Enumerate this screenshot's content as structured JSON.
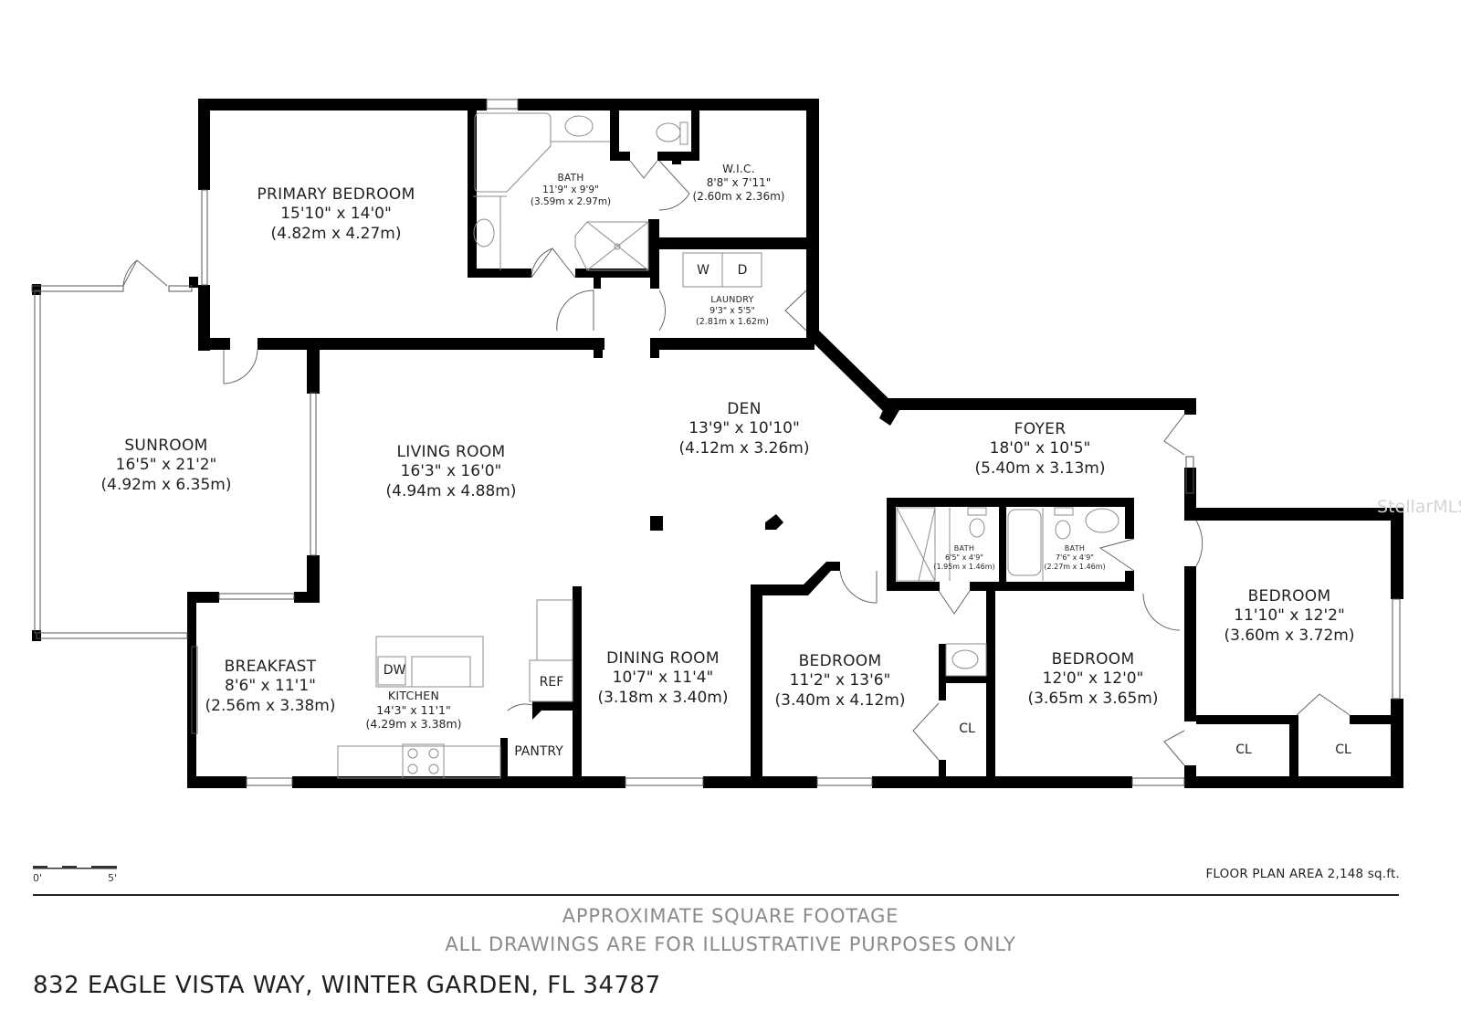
{
  "rooms": {
    "primary_bedroom": {
      "name": "PRIMARY BEDROOM",
      "imperial": "15'10\" x 14'0\"",
      "metric": "(4.82m x 4.27m)"
    },
    "primary_bath": {
      "name": "BATH",
      "imperial": "11'9\" x 9'9\"",
      "metric": "(3.59m x 2.97m)"
    },
    "wic": {
      "name": "W.I.C.",
      "imperial": "8'8\" x 7'11\"",
      "metric": "(2.60m x 2.36m)"
    },
    "laundry": {
      "name": "LAUNDRY",
      "imperial": "9'3\" x 5'5\"",
      "metric": "(2.81m x 1.62m)"
    },
    "sunroom": {
      "name": "SUNROOM",
      "imperial": "16'5\" x 21'2\"",
      "metric": "(4.92m x 6.35m)"
    },
    "living_room": {
      "name": "LIVING ROOM",
      "imperial": "16'3\" x 16'0\"",
      "metric": "(4.94m x 4.88m)"
    },
    "den": {
      "name": "DEN",
      "imperial": "13'9\" x 10'10\"",
      "metric": "(4.12m x 3.26m)"
    },
    "foyer": {
      "name": "FOYER",
      "imperial": "18'0\" x 10'5\"",
      "metric": "(5.40m x 3.13m)"
    },
    "bath2": {
      "name": "BATH",
      "imperial": "6'5\" x 4'9\"",
      "metric": "(1.95m x 1.46m)"
    },
    "bath3": {
      "name": "BATH",
      "imperial": "7'6\" x 4'9\"",
      "metric": "(2.27m x 1.46m)"
    },
    "breakfast": {
      "name": "BREAKFAST",
      "imperial": "8'6\" x 11'1\"",
      "metric": "(2.56m x 3.38m)"
    },
    "kitchen": {
      "name": "KITCHEN",
      "imperial": "14'3\" x 11'1\"",
      "metric": "(4.29m x 3.38m)"
    },
    "dining_room": {
      "name": "DINING ROOM",
      "imperial": "10'7\" x 11'4\"",
      "metric": "(3.18m x 3.40m)"
    },
    "bedroom2": {
      "name": "BEDROOM",
      "imperial": "11'2\" x 13'6\"",
      "metric": "(3.40m x 4.12m)"
    },
    "bedroom3": {
      "name": "BEDROOM",
      "imperial": "12'0\" x 12'0\"",
      "metric": "(3.65m x 3.65m)"
    },
    "bedroom4": {
      "name": "BEDROOM",
      "imperial": "11'10\" x 12'2\"",
      "metric": "(3.60m x 3.72m)"
    }
  },
  "fixtures": {
    "washer": "W",
    "dryer": "D",
    "dishwasher": "DW",
    "refrigerator": "REF",
    "pantry": "PANTRY",
    "closet": "CL"
  },
  "scale": {
    "start": "0'",
    "end": "5'"
  },
  "footer": {
    "floor_plan_area": "FLOOR PLAN AREA 2,148 sq.ft.",
    "disclaimer_line1": "APPROXIMATE SQUARE FOOTAGE",
    "disclaimer_line2": "ALL DRAWINGS ARE FOR ILLUSTRATIVE PURPOSES ONLY",
    "address": "832 EAGLE VISTA WAY, WINTER GARDEN, FL 34787"
  },
  "watermark": "StellarMLS",
  "colors": {
    "wall": "#000000",
    "fixture_line": "#8c8c8c",
    "text": "#231f20",
    "disclaimer": "#8a8a8a"
  }
}
